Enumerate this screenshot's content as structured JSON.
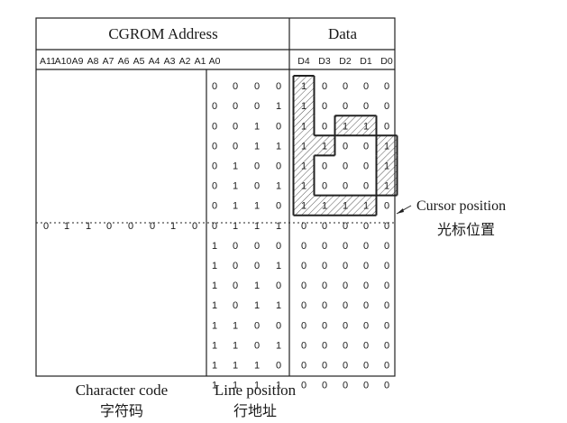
{
  "header": {
    "address_title": "CGROM Address",
    "data_title": "Data"
  },
  "address_bits": [
    "A11",
    "A10",
    "A9",
    "A8",
    "A7",
    "A6",
    "A5",
    "A4",
    "A3",
    "A2",
    "A1",
    "A0"
  ],
  "data_bits": [
    "D4",
    "D3",
    "D2",
    "D1",
    "D0"
  ],
  "character_code_bits": [
    "0",
    "1",
    "1",
    "0",
    "0",
    "0",
    "1",
    "0"
  ],
  "line_rows": [
    {
      "a": [
        "0",
        "0",
        "0",
        "0"
      ],
      "d": [
        "1",
        "0",
        "0",
        "0",
        "0"
      ]
    },
    {
      "a": [
        "0",
        "0",
        "0",
        "1"
      ],
      "d": [
        "1",
        "0",
        "0",
        "0",
        "0"
      ]
    },
    {
      "a": [
        "0",
        "0",
        "1",
        "0"
      ],
      "d": [
        "1",
        "0",
        "1",
        "1",
        "0"
      ]
    },
    {
      "a": [
        "0",
        "0",
        "1",
        "1"
      ],
      "d": [
        "1",
        "1",
        "0",
        "0",
        "1"
      ]
    },
    {
      "a": [
        "0",
        "1",
        "0",
        "0"
      ],
      "d": [
        "1",
        "0",
        "0",
        "0",
        "1"
      ]
    },
    {
      "a": [
        "0",
        "1",
        "0",
        "1"
      ],
      "d": [
        "1",
        "0",
        "0",
        "0",
        "1"
      ]
    },
    {
      "a": [
        "0",
        "1",
        "1",
        "0"
      ],
      "d": [
        "1",
        "1",
        "1",
        "1",
        "0"
      ]
    },
    {
      "a": [
        "0",
        "1",
        "1",
        "1"
      ],
      "d": [
        "0",
        "0",
        "0",
        "0",
        "0"
      ]
    },
    {
      "a": [
        "1",
        "0",
        "0",
        "0"
      ],
      "d": [
        "0",
        "0",
        "0",
        "0",
        "0"
      ]
    },
    {
      "a": [
        "1",
        "0",
        "0",
        "1"
      ],
      "d": [
        "0",
        "0",
        "0",
        "0",
        "0"
      ]
    },
    {
      "a": [
        "1",
        "0",
        "1",
        "0"
      ],
      "d": [
        "0",
        "0",
        "0",
        "0",
        "0"
      ]
    },
    {
      "a": [
        "1",
        "0",
        "1",
        "1"
      ],
      "d": [
        "0",
        "0",
        "0",
        "0",
        "0"
      ]
    },
    {
      "a": [
        "1",
        "1",
        "0",
        "0"
      ],
      "d": [
        "0",
        "0",
        "0",
        "0",
        "0"
      ]
    },
    {
      "a": [
        "1",
        "1",
        "0",
        "1"
      ],
      "d": [
        "0",
        "0",
        "0",
        "0",
        "0"
      ]
    },
    {
      "a": [
        "1",
        "1",
        "1",
        "0"
      ],
      "d": [
        "0",
        "0",
        "0",
        "0",
        "0"
      ]
    },
    {
      "a": [
        "1",
        "1",
        "1",
        "1"
      ],
      "d": [
        "0",
        "0",
        "0",
        "0",
        "0"
      ]
    }
  ],
  "character_code_row": 7,
  "labels": {
    "cursor_en": "Cursor position",
    "cursor_zh": "光标位置",
    "char_code_en": "Character code",
    "char_code_zh": "字符码",
    "line_pos_en": "Line position",
    "line_pos_zh": "行地址"
  }
}
